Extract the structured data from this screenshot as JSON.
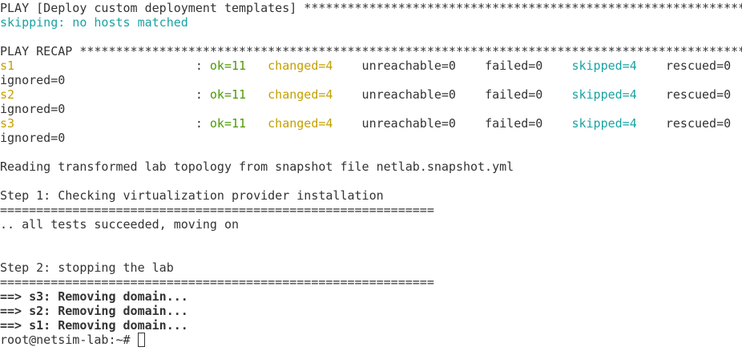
{
  "colors": {
    "default": "#333333",
    "cyan": "#1aa3a3",
    "yellow": "#c4a000",
    "green": "#4e9a06",
    "background": "#ffffff"
  },
  "lines": [
    [
      {
        "t": "PLAY [Deploy custom deployment templates] *************************************************************"
      }
    ],
    [
      {
        "t": "skipping: no hosts matched",
        "c": "cyan"
      }
    ],
    [],
    [
      {
        "t": "PLAY RECAP ***********************************************************************************************"
      }
    ],
    [
      {
        "t": "s1",
        "c": "yellow"
      },
      {
        "t": "                         : "
      },
      {
        "t": "ok=11",
        "c": "green"
      },
      {
        "t": "   "
      },
      {
        "t": "changed=4",
        "c": "yellow"
      },
      {
        "t": "    unreachable=0    failed=0    "
      },
      {
        "t": "skipped=4",
        "c": "cyan"
      },
      {
        "t": "    rescued=0"
      }
    ],
    [
      {
        "t": "ignored=0"
      }
    ],
    [
      {
        "t": "s2",
        "c": "yellow"
      },
      {
        "t": "                         : "
      },
      {
        "t": "ok=11",
        "c": "green"
      },
      {
        "t": "   "
      },
      {
        "t": "changed=4",
        "c": "yellow"
      },
      {
        "t": "    unreachable=0    failed=0    "
      },
      {
        "t": "skipped=4",
        "c": "cyan"
      },
      {
        "t": "    rescued=0"
      }
    ],
    [
      {
        "t": "ignored=0"
      }
    ],
    [
      {
        "t": "s3",
        "c": "yellow"
      },
      {
        "t": "                         : "
      },
      {
        "t": "ok=11",
        "c": "green"
      },
      {
        "t": "   "
      },
      {
        "t": "changed=4",
        "c": "yellow"
      },
      {
        "t": "    unreachable=0    failed=0    "
      },
      {
        "t": "skipped=4",
        "c": "cyan"
      },
      {
        "t": "    rescued=0"
      }
    ],
    [
      {
        "t": "ignored=0"
      }
    ],
    [],
    [
      {
        "t": "Reading transformed lab topology from snapshot file netlab.snapshot.yml"
      }
    ],
    [],
    [
      {
        "t": "Step 1: Checking virtualization provider installation"
      }
    ],
    [
      {
        "t": "============================================================"
      }
    ],
    [
      {
        "t": ".. all tests succeeded, moving on"
      }
    ],
    [],
    [],
    [
      {
        "t": "Step 2: stopping the lab"
      }
    ],
    [
      {
        "t": "============================================================"
      }
    ],
    [
      {
        "t": "==> s3: Removing domain...",
        "b": true
      }
    ],
    [
      {
        "t": "==> s2: Removing domain...",
        "b": true
      }
    ],
    [
      {
        "t": "==> s1: Removing domain...",
        "b": true
      }
    ],
    [
      {
        "t": "root@netsim-lab:~# "
      },
      {
        "cursor": true
      }
    ]
  ]
}
